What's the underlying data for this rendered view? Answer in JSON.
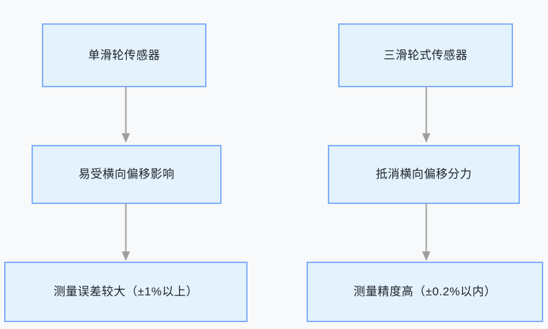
{
  "diagram": {
    "type": "flowchart",
    "orientation": "two-parallel-vertical-chains",
    "background_color": "#f8f9fa",
    "node_fill_color": "#e3f2fd",
    "node_border_color": "#7faefb",
    "edge_color": "#9e9e9e",
    "text_color": "#1f2328",
    "columns": [
      {
        "id": "single-pulley-chain",
        "nodes": [
          {
            "id": "node-l1",
            "label": "单滑轮传感器"
          },
          {
            "id": "node-l2",
            "label": "易受横向偏移影响"
          },
          {
            "id": "node-l3",
            "label": "测量误差较大（±1%以上）"
          }
        ],
        "edges": [
          {
            "id": "edge-l1",
            "from": "node-l1",
            "to": "node-l2",
            "arrow": "down"
          },
          {
            "id": "edge-l2",
            "from": "node-l2",
            "to": "node-l3",
            "arrow": "down"
          }
        ]
      },
      {
        "id": "triple-pulley-chain",
        "nodes": [
          {
            "id": "node-r1",
            "label": "三滑轮式传感器"
          },
          {
            "id": "node-r2",
            "label": "抵消横向偏移分力"
          },
          {
            "id": "node-r3",
            "label": "测量精度高（±0.2%以内）"
          }
        ],
        "edges": [
          {
            "id": "edge-r1",
            "from": "node-r1",
            "to": "node-r2",
            "arrow": "down"
          },
          {
            "id": "edge-r2",
            "from": "node-r2",
            "to": "node-r3",
            "arrow": "down"
          }
        ]
      }
    ]
  }
}
